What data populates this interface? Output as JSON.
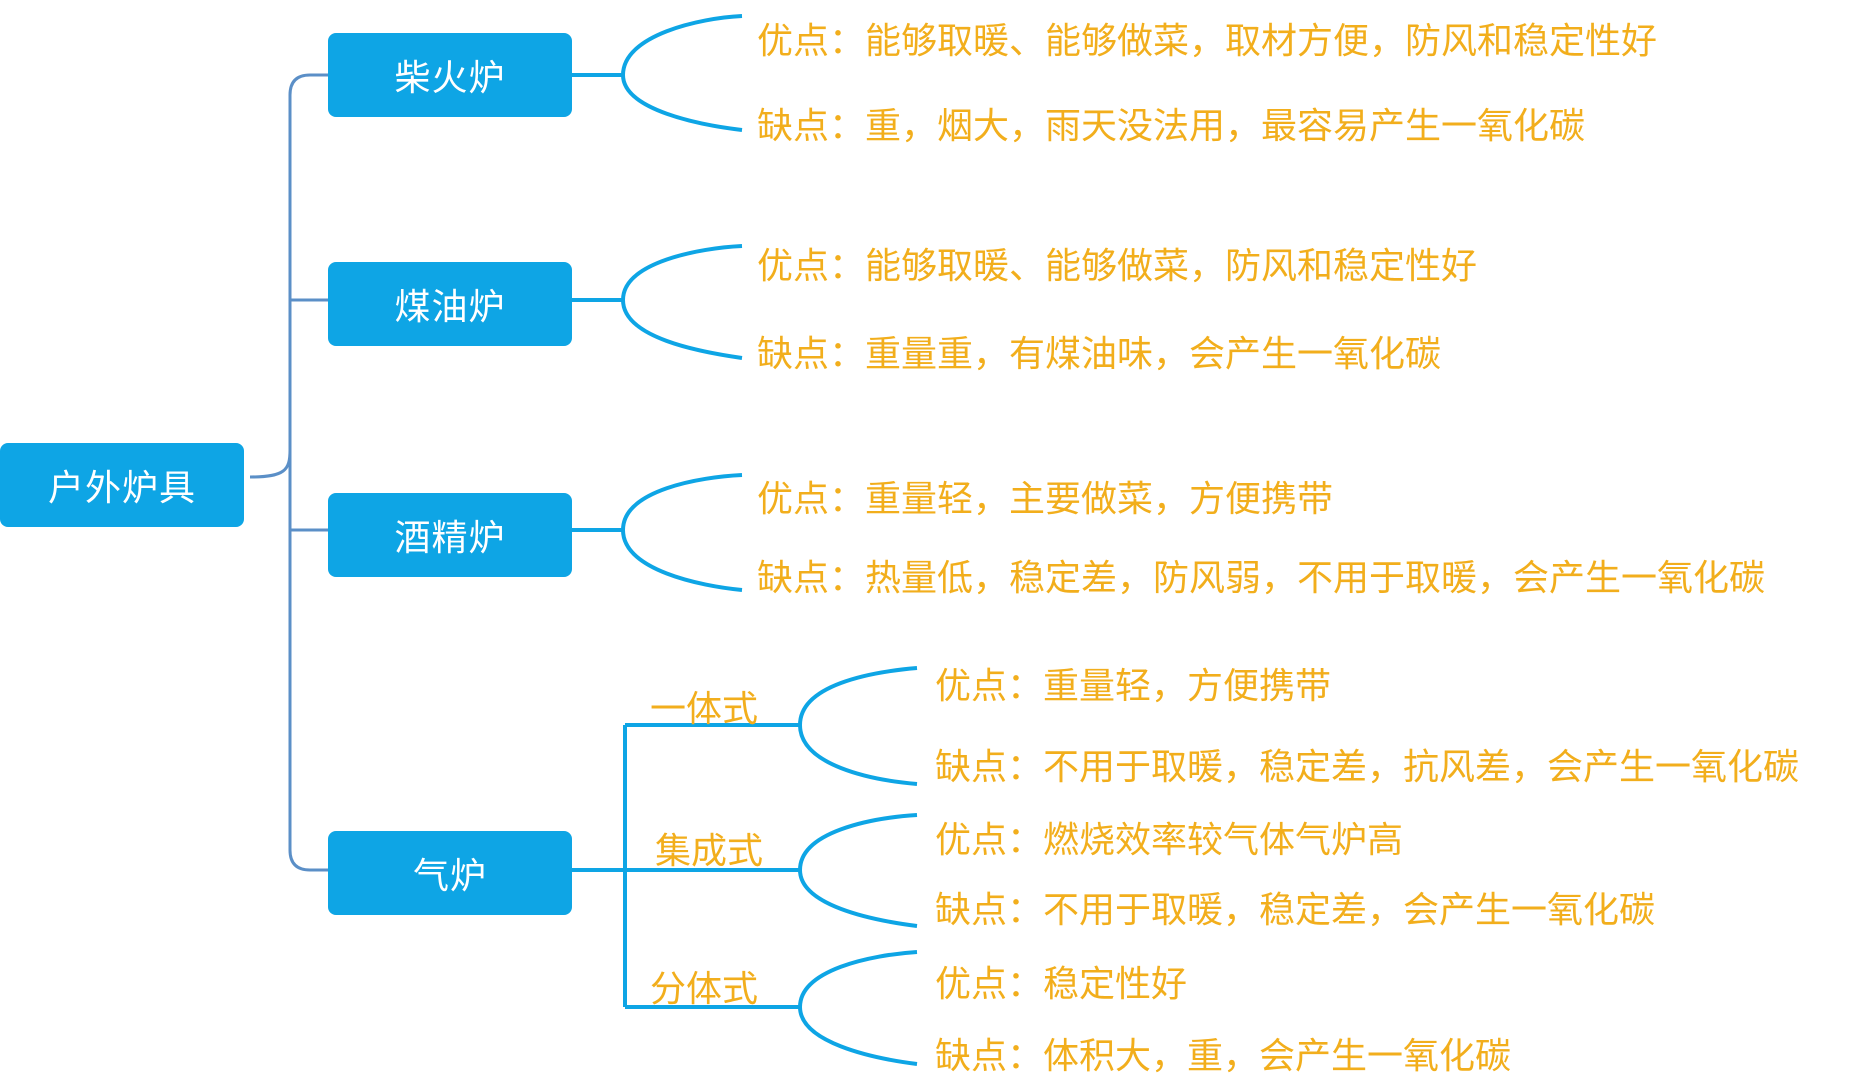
{
  "root": "户外炉具",
  "stoves": [
    {
      "name": "柴火炉",
      "pros": "优点：能够取暖、能够做菜，取材方便，防风和稳定性好",
      "cons": "缺点：重，烟大，雨天没法用，最容易产生一氧化碳"
    },
    {
      "name": "煤油炉",
      "pros": "优点：能够取暖、能够做菜，防风和稳定性好",
      "cons": "缺点：重量重，有煤油味，会产生一氧化碳"
    },
    {
      "name": "酒精炉",
      "pros": "优点：重量轻，主要做菜，方便携带",
      "cons": "缺点：热量低，稳定差，防风弱，不用于取暖，会产生一氧化碳"
    },
    {
      "name": "气炉",
      "types": [
        {
          "name": "一体式",
          "pros": "优点：重量轻，方便携带",
          "cons": "缺点：不用于取暖，稳定差，抗风差，会产生一氧化碳"
        },
        {
          "name": "集成式",
          "pros": "优点：燃烧效率较气体气炉高",
          "cons": "缺点：不用于取暖，稳定差，会产生一氧化碳"
        },
        {
          "name": "分体式",
          "pros": "优点：稳定性好",
          "cons": "缺点：体积大，重，会产生一氧化碳"
        }
      ]
    }
  ],
  "colors": {
    "node_fill": "#0ea5e5",
    "node_text": "#ffffff",
    "leaf_text": "#f2ae1c",
    "root_connector": "#5b8fc7",
    "branch_line": "#0ea5e5"
  }
}
